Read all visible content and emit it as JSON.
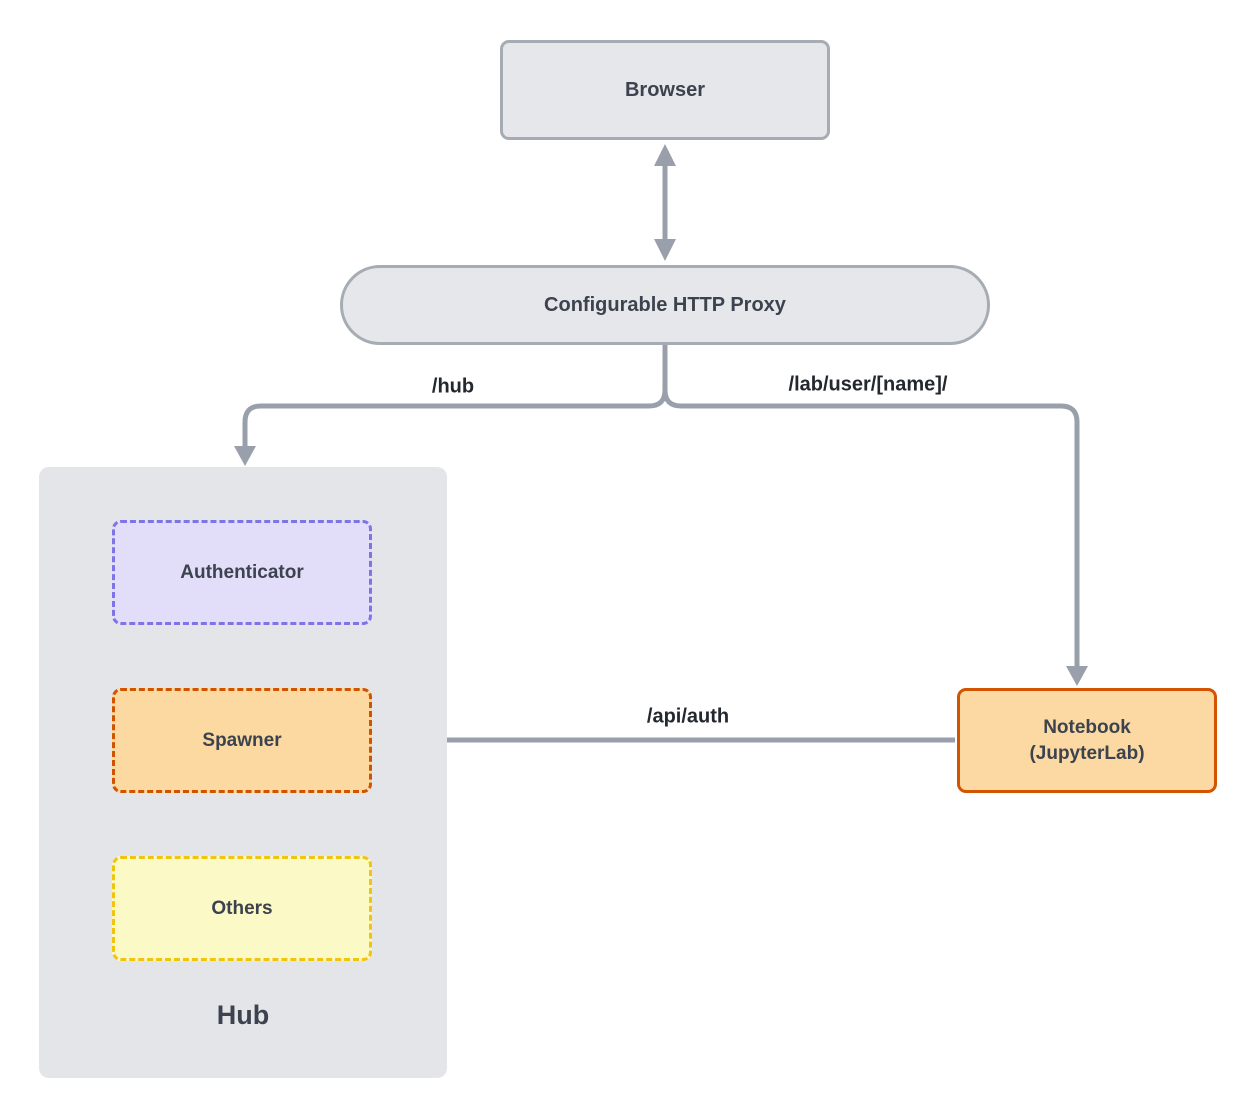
{
  "nodes": {
    "browser": {
      "label": "Browser"
    },
    "proxy": {
      "label": "Configurable HTTP Proxy"
    },
    "hub": {
      "label": "Hub"
    },
    "authenticator": {
      "label": "Authenticator"
    },
    "spawner": {
      "label": "Spawner"
    },
    "others": {
      "label": "Others"
    },
    "notebook": {
      "label_line1": "Notebook",
      "label_line2": "(JupyterLab)"
    }
  },
  "edges": {
    "hub_route": {
      "label": "/hub"
    },
    "lab_route": {
      "label": "/lab/user/[name]/"
    },
    "api_auth": {
      "label": "/api/auth"
    }
  },
  "colors": {
    "connector": "#99a0ab",
    "node_fill": "#e5e7ea",
    "node_border": "#a6acb4",
    "hub_fill": "#e3e5e9",
    "authenticator_fill": "#e2def9",
    "authenticator_border": "#7e74e5",
    "spawner_fill": "#fbd9a1",
    "spawner_border": "#d05300",
    "others_fill": "#fbf9c6",
    "others_border": "#f1c40f",
    "notebook_fill": "#fcd9a2",
    "notebook_border": "#d35400",
    "node_text": "#3c434e",
    "edge_label_text": "#23272e",
    "canvas_bg": "#ffffff"
  }
}
